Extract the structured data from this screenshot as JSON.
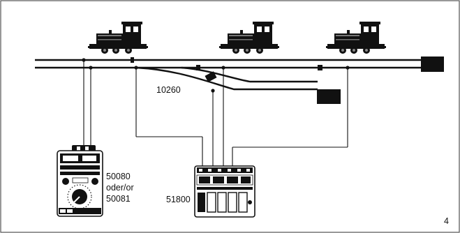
{
  "labels": {
    "switch_part": "10260",
    "transformer_part_1": "50080",
    "transformer_or": "oder/or",
    "transformer_part_2": "50081",
    "control_part": "51800",
    "figure_number": "4"
  },
  "colors": {
    "ink": "#111111",
    "frame": "#555555",
    "background": "#ffffff"
  }
}
